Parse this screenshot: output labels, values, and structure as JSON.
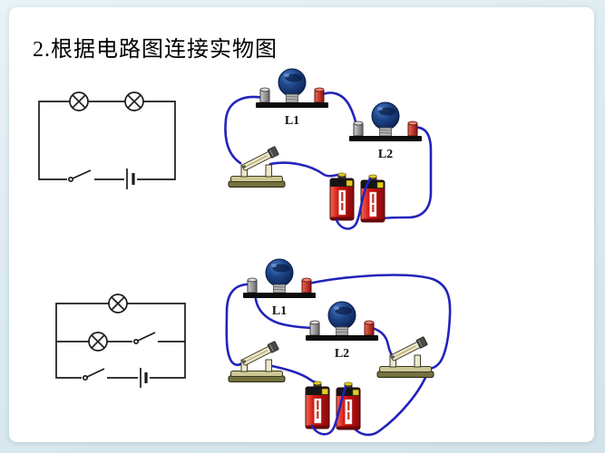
{
  "slide": {
    "title": "2.根据电路图连接实物图"
  },
  "circuits": {
    "top_schematic": {
      "description": "series circuit: two lamps on top, open switch and battery cell on bottom"
    },
    "top_physical": {
      "lamp1_label": "L1",
      "lamp2_label": "L2"
    },
    "bottom_schematic": {
      "description": "parallel circuit: lamp on top branch, lamp with switch on middle branch, switch and battery cell on bottom"
    },
    "bottom_physical": {
      "lamp1_label": "L1",
      "lamp2_label": "L2"
    }
  },
  "colors": {
    "slide_bg": "#ffffff",
    "frame_bg": "#dcebf1",
    "schematic_line": "#1a1a1a",
    "wire_blue": "#2323bb",
    "bulb_blue": "#1d4486",
    "lamp_bar": "#0d0d0d",
    "post_gray": "#8a8a8a",
    "post_red": "#c22222",
    "switch_base_top": "#cdc795",
    "switch_base_front": "#73713f",
    "switch_lever": "#efe9c8",
    "battery_red": "#d31313",
    "battery_band": "#151515",
    "battery_label_yellow": "#e3ca25",
    "battery_stripe": "#ffffff"
  }
}
